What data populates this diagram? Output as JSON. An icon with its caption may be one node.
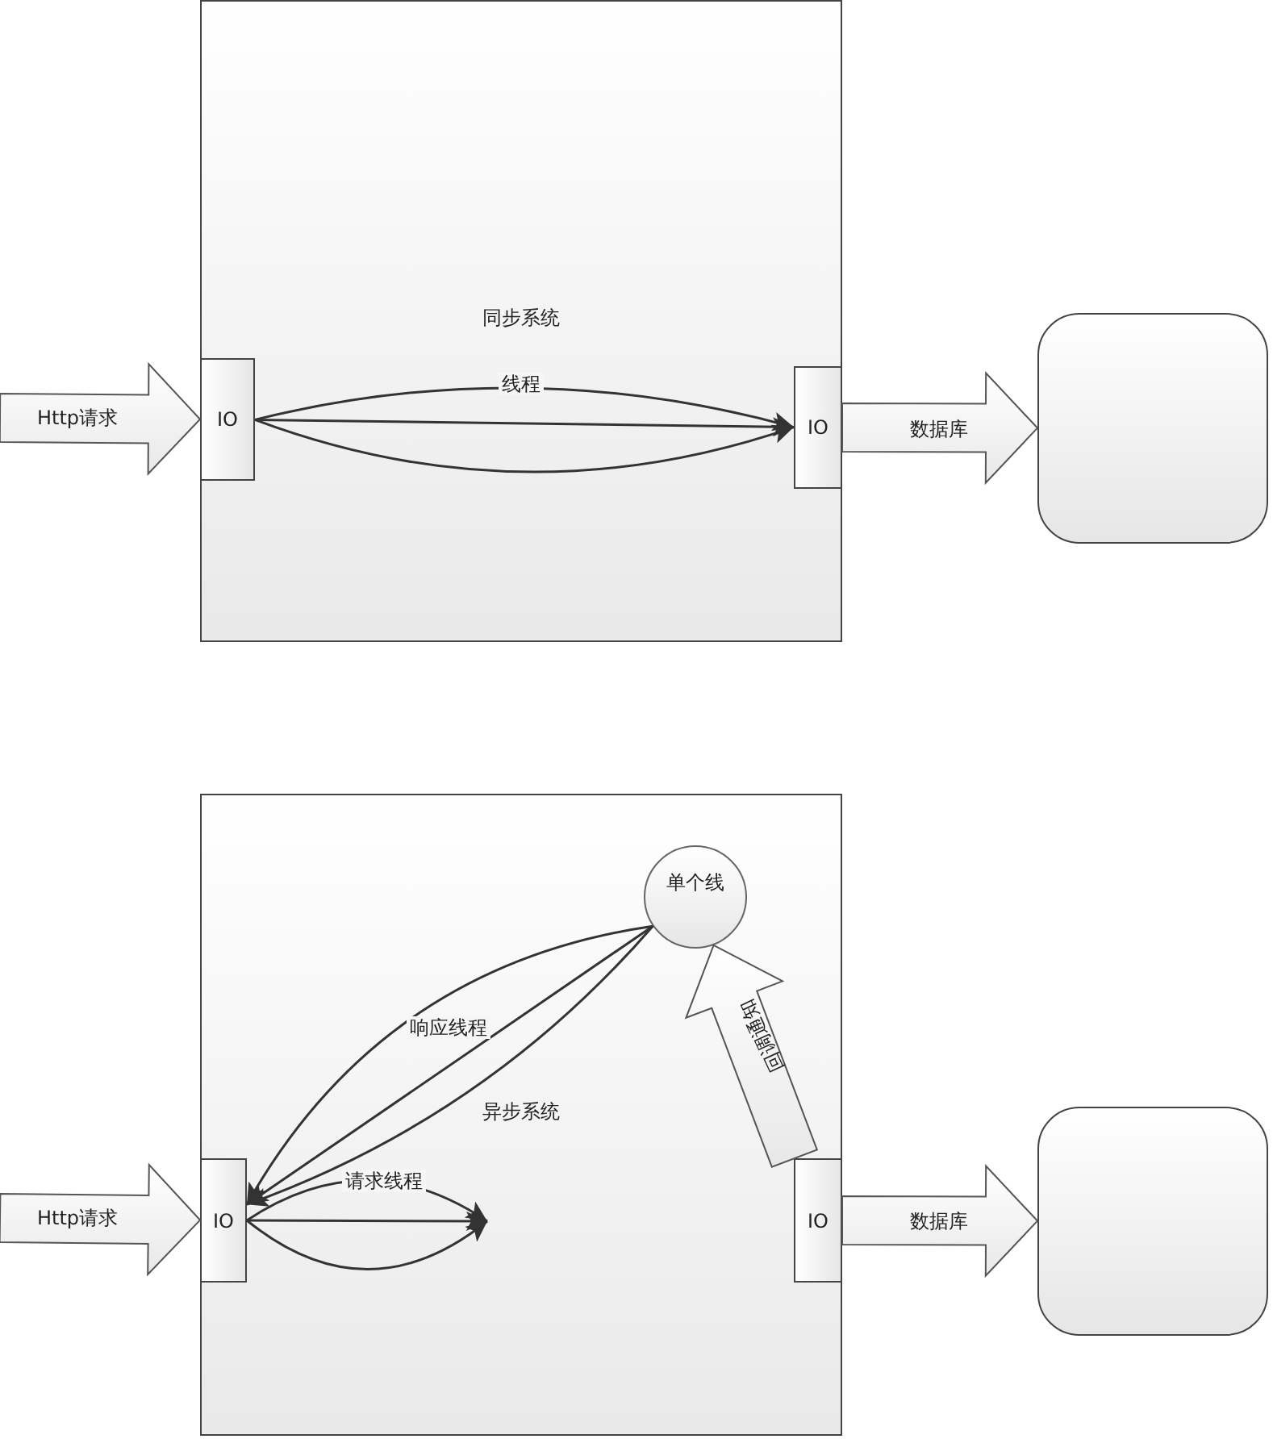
{
  "diagram": {
    "nodes": [
      {
        "text": [
          "同步系统"
        ]
      },
      {
        "text": [
          "IO"
        ],
        "in": 0
      },
      {
        "text": [
          "IO"
        ],
        "in": 0
      },
      {
        "text": [],
        "shape": "box"
      },
      {
        "text": [
          "异步系统"
        ]
      },
      {
        "text": [
          "单个线"
        ],
        "in": 4
      },
      {
        "text": [
          "IO"
        ],
        "in": 4
      },
      {
        "text": [
          "IO"
        ],
        "in": 4
      },
      {
        "text": [],
        "shape": "box"
      }
    ],
    "edges": [
      {
        "from": null,
        "to": 1,
        "arrow": "to",
        "label": "Http请求",
        "style": "thick"
      },
      {
        "from": 2,
        "to": 3,
        "arrow": "to",
        "label": "数据库",
        "style": "thick"
      },
      {
        "from": 1,
        "to": 2,
        "arrow": "to",
        "label": "线程"
      },
      {
        "from": 1,
        "to": 2,
        "arrow": "to"
      },
      {
        "from": 1,
        "to": 2,
        "arrow": "to"
      },
      {
        "from": null,
        "to": 6,
        "arrow": "to",
        "label": "Http请求",
        "style": "thick"
      },
      {
        "from": 7,
        "to": 8,
        "arrow": "to",
        "label": "数据库",
        "style": "thick"
      },
      {
        "from": 5,
        "to": 6,
        "arrow": "to",
        "label": "响应线程"
      },
      {
        "from": 5,
        "to": 6,
        "arrow": "to"
      },
      {
        "from": 5,
        "to": 6,
        "arrow": "to"
      },
      {
        "from": 6,
        "to": null,
        "arrow": "to",
        "label": "请求线程"
      },
      {
        "from": 6,
        "to": null,
        "arrow": "to"
      },
      {
        "from": 6,
        "to": null,
        "arrow": "to"
      },
      {
        "from": 7,
        "to": 5,
        "arrow": "to",
        "label": "回调通知",
        "style": "thick"
      }
    ]
  }
}
